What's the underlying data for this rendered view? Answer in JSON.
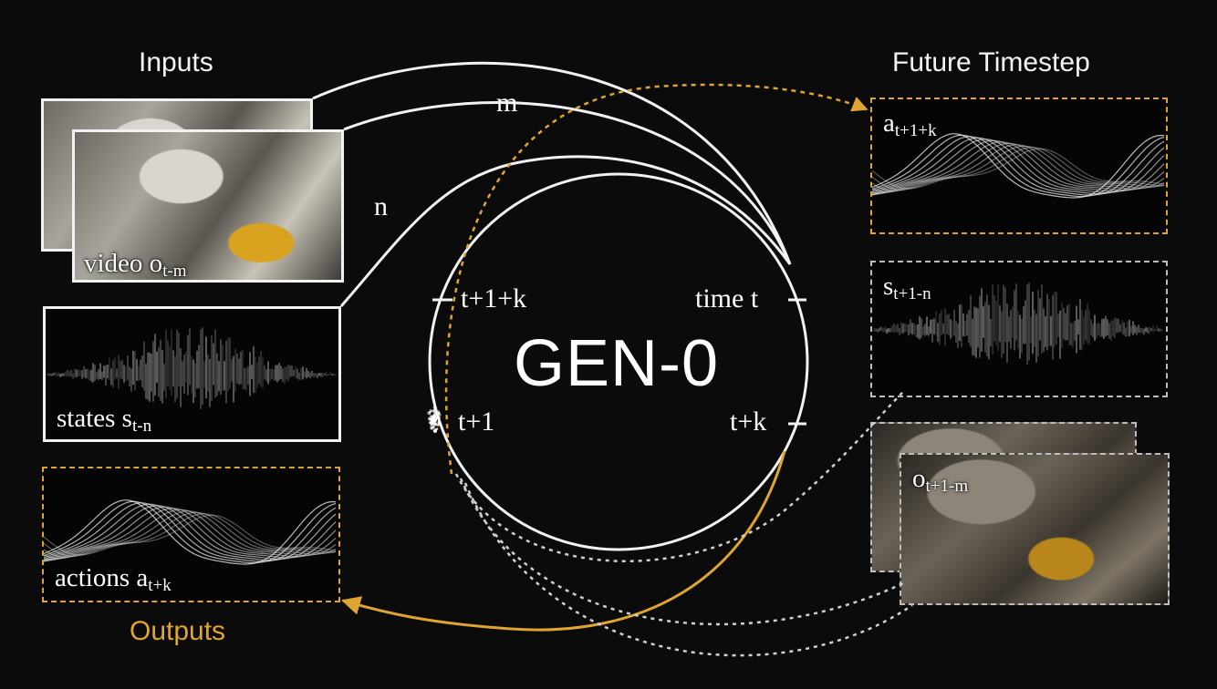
{
  "headings": {
    "inputs": "Inputs",
    "future": "Future Timestep",
    "outputs": "Outputs"
  },
  "center": {
    "title": "GEN-0",
    "ticks": {
      "t1k": "t+1+k",
      "time_t": "time t",
      "t1": "t+1",
      "tk": "t+k"
    },
    "arc_labels": {
      "m": "m",
      "n": "n"
    }
  },
  "inputs": {
    "video": {
      "main": "video o",
      "sub": "t-m"
    },
    "states": {
      "main": "states s",
      "sub": "t-n"
    }
  },
  "outputs": {
    "actions": {
      "main": "actions a",
      "sub": "t+k"
    }
  },
  "future": {
    "actions": {
      "main": "a",
      "sub": "t+1+k"
    },
    "states": {
      "main": "s",
      "sub": "t+1-n"
    },
    "video": {
      "main": "o",
      "sub": "t+1-m"
    }
  },
  "colors": {
    "background": "#0b0b0b",
    "accent_gold": "#e0a430",
    "line_white": "#f2f2f2",
    "dashed_gray": "#bdbdbd"
  }
}
